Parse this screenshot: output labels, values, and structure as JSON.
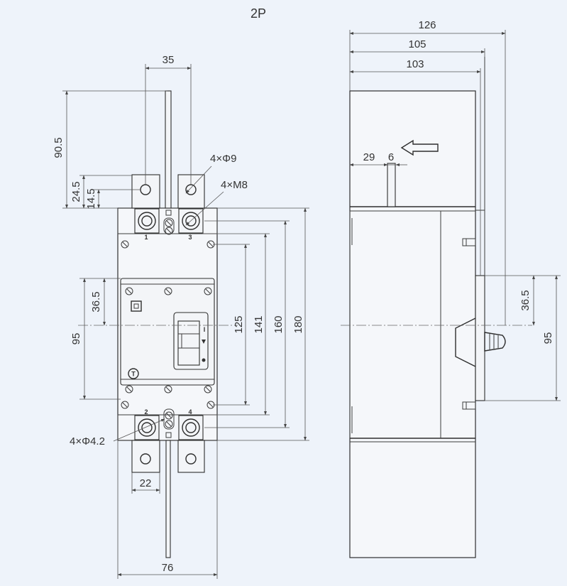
{
  "title": "2P",
  "front_view": {
    "dims": {
      "top_width": "35",
      "height_90_5": "90.5",
      "height_24_5": "24.5",
      "height_14_5": "14.5",
      "hole_label": "4×Φ9",
      "screw_label": "4×M8",
      "height_36_5": "36.5",
      "height_95": "95",
      "height_125": "125",
      "height_141": "141",
      "height_160": "160",
      "height_180": "180",
      "mount_hole_label": "4×Φ4.2",
      "terminal_width": "22",
      "body_width": "76"
    },
    "terminals": [
      "1",
      "3",
      "2",
      "4"
    ],
    "switch_mark": "I",
    "test_button": "T"
  },
  "side_view": {
    "dims": {
      "depth_126": "126",
      "depth_105": "105",
      "depth_103": "103",
      "offset_29": "29",
      "width_6": "6",
      "height_36_5": "36.5",
      "height_95": "95"
    }
  },
  "colors": {
    "background": "#eef3fa",
    "line": "#333333"
  }
}
